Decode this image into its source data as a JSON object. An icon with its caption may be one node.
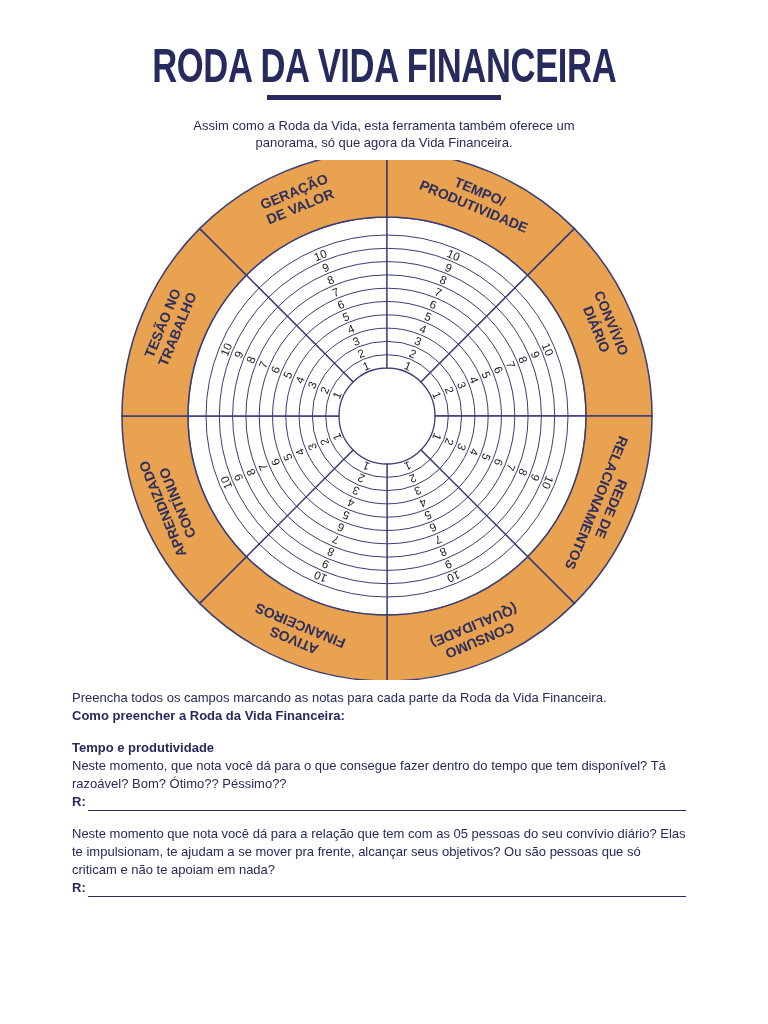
{
  "diagram": {
    "title": "RODA DA VIDA FINANCEIRA",
    "nodes": [
      {
        "text": [
          "GERAÇÃO DE VALOR",
          "1",
          "2",
          "3",
          "4",
          "5",
          "6",
          "7",
          "8",
          "9",
          "10"
        ]
      },
      {
        "text": [
          "TEMPO/ PRODUTIVIDADE",
          "1",
          "2",
          "3",
          "4",
          "5",
          "6",
          "7",
          "8",
          "9",
          "10"
        ]
      },
      {
        "text": [
          "CONVÍVIO DIÁRIO",
          "1",
          "2",
          "3",
          "4",
          "5",
          "6",
          "7",
          "8",
          "9",
          "10"
        ]
      },
      {
        "text": [
          "REDE DE RELACIONAMENTOS",
          "1",
          "2",
          "3",
          "4",
          "5",
          "6",
          "7",
          "8",
          "9",
          "10"
        ]
      },
      {
        "text": [
          "CONSUMO (QUALIDADE)",
          "1",
          "2",
          "3",
          "4",
          "5",
          "6",
          "7",
          "8",
          "9",
          "10"
        ]
      },
      {
        "text": [
          "ATIVOS FINANCEIROS",
          "1",
          "2",
          "3",
          "4",
          "5",
          "6",
          "7",
          "8",
          "9",
          "10"
        ]
      },
      {
        "text": [
          "APRENDIZADO CONTÍNUO",
          "1",
          "2",
          "3",
          "4",
          "5",
          "6",
          "7",
          "8",
          "9",
          "10"
        ]
      },
      {
        "text": [
          "TESÃO NO TRABALHO",
          "1",
          "2",
          "3",
          "4",
          "5",
          "6",
          "7",
          "8",
          "9",
          "10"
        ]
      }
    ],
    "labels": [
      "Assim como a Roda da Vida, esta ferramenta também oferece um panorama, só que agora da Vida Financeira.",
      "Preencha todos os campos marcando as notas para cada parte da Roda da Vida Financeira.",
      "Como preencher a Roda da Vida Financeira:",
      "Tempo e produtividade",
      "Neste momento, que nota você dá para o que consegue fazer dentro do tempo que tem disponível? Tá razoável? Bom? Ótimo?? Péssimo??",
      "R:",
      "Neste momento que nota você dá para a relação que tem com as 05 pessoas do seu convívio diário? Elas te impulsionam, te ajudam a se mover pra frente, alcançar seus objetivos? Ou são pessoas que só criticam e não te apoiam em nada?",
      "R:"
    ]
  }
}
